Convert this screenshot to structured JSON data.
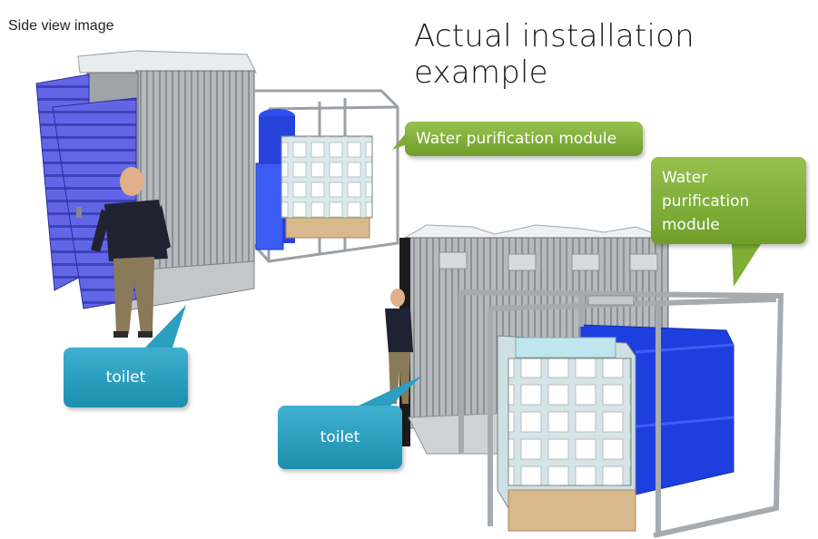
{
  "labels": {
    "side_view": "Side view image",
    "title": "Actual installation example",
    "callout_wpm_top": "Water purification module",
    "callout_wpm_right": "Water\npurification\nmodule",
    "callout_toilet_left": "toilet",
    "callout_toilet_right": "toilet"
  },
  "colors": {
    "callout_green": "#7fae35",
    "callout_blue": "#2a9fc0",
    "door_blue": "#5a5de0",
    "tank_blue": "#1f3fd6",
    "wall_gray": "#a9adb2"
  }
}
